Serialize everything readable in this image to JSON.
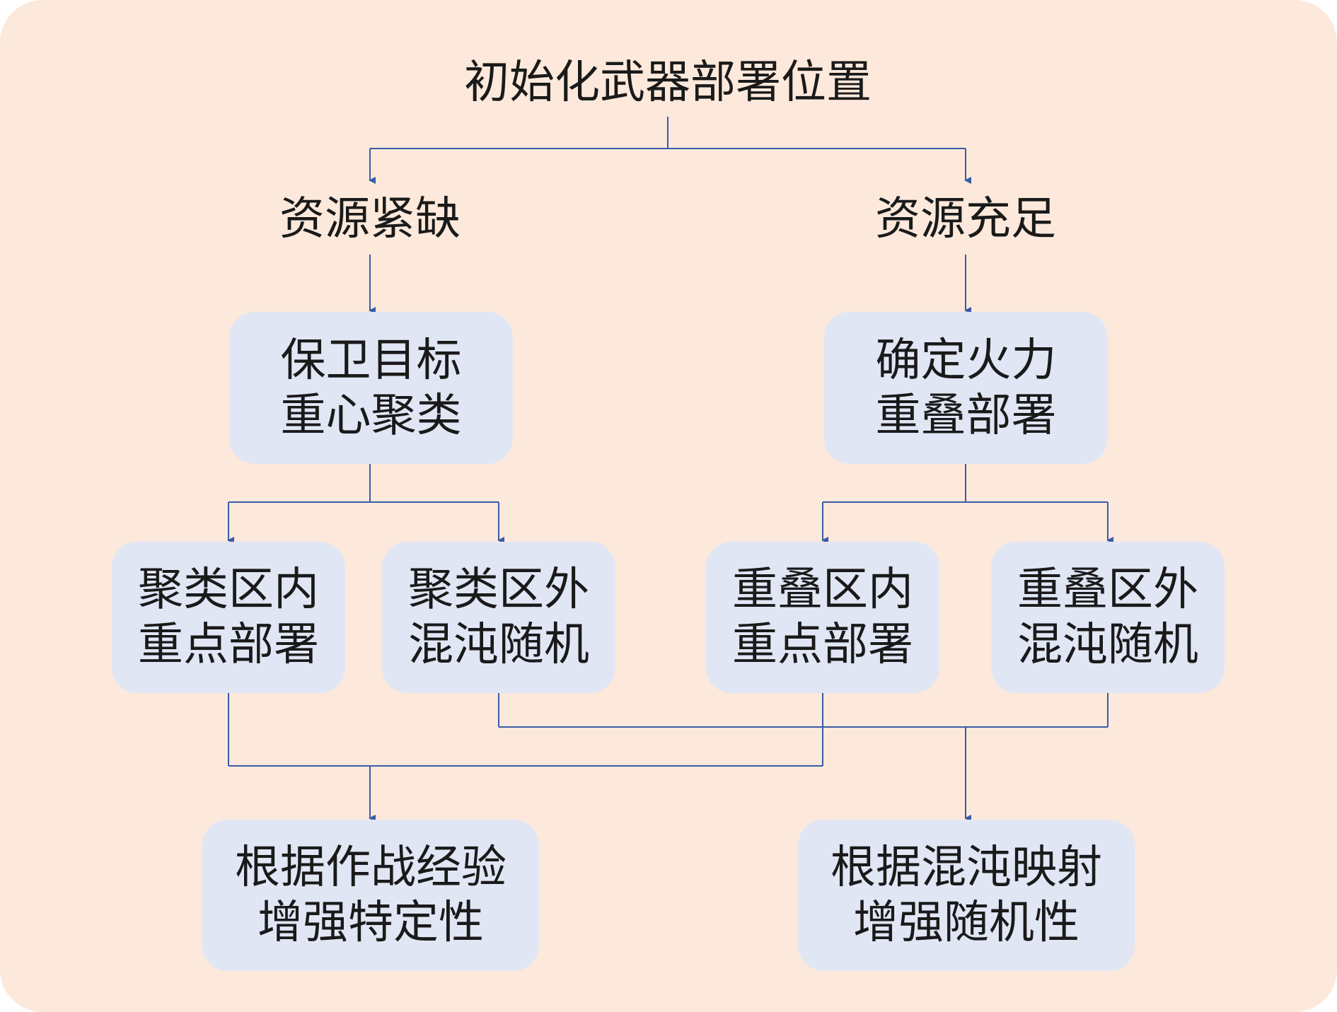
{
  "root": "初始化武器部署位置",
  "branches": {
    "scarce": "资源紧缺",
    "sufficient": "资源充足"
  },
  "nodes": {
    "protect": {
      "line1": "保卫目标",
      "line2": "重心聚类"
    },
    "overlap": {
      "line1": "确定火力",
      "line2": "重叠部署"
    },
    "cluster_in": {
      "line1": "聚类区内",
      "line2": "重点部署"
    },
    "cluster_out": {
      "line1": "聚类区外",
      "line2": "混沌随机"
    },
    "overlap_in": {
      "line1": "重叠区内",
      "line2": "重点部署"
    },
    "overlap_out": {
      "line1": "重叠区外",
      "line2": "混沌随机"
    },
    "experience": {
      "line1": "根据作战经验",
      "line2": "增强特定性"
    },
    "chaos": {
      "line1": "根据混沌映射",
      "line2": "增强随机性"
    }
  },
  "colors": {
    "background": "#FCE9DB",
    "node_fill": "#E1E6F5",
    "connector": "#3A5BA8",
    "text": "#1a1a1a"
  }
}
